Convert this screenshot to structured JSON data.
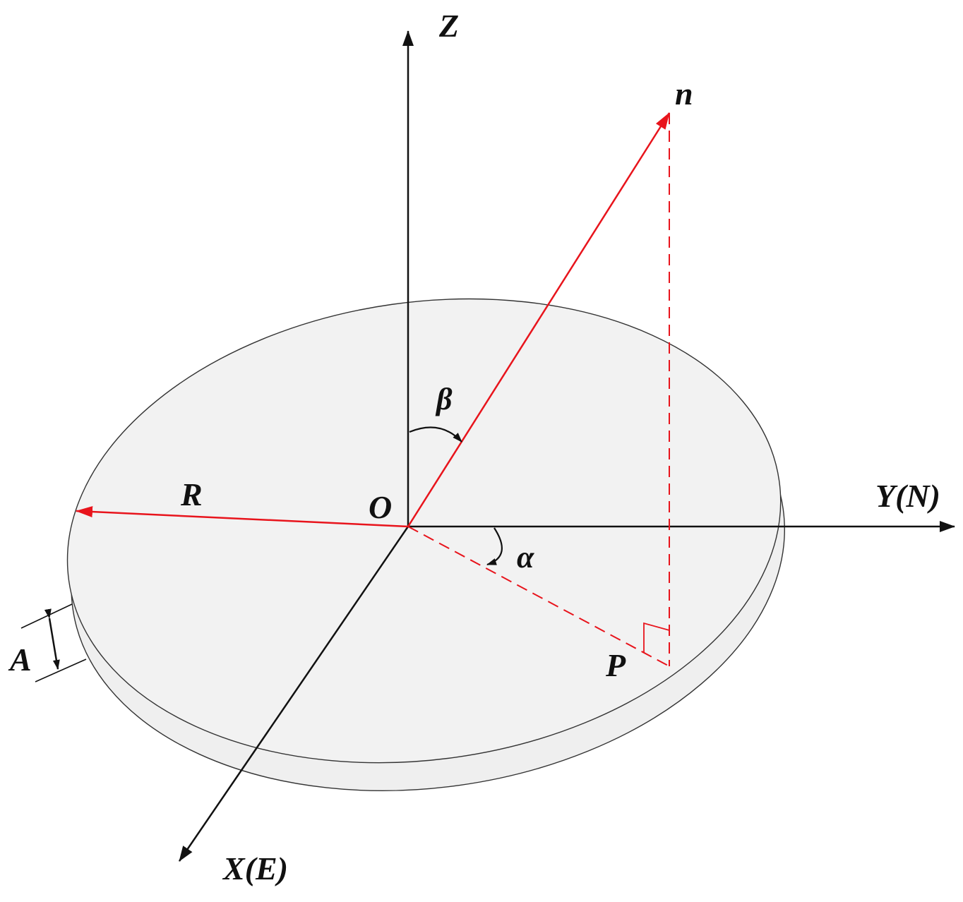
{
  "labels": {
    "z_axis": "Z",
    "y_axis_letter": "Y",
    "y_axis_paren": "(N)",
    "x_axis_letter": "X",
    "x_axis_paren": "(E)",
    "normal": "n",
    "radius": "R",
    "origin": "O",
    "beta": "β",
    "alpha": "α",
    "projection_point": "P",
    "thickness": "A"
  },
  "colors": {
    "axis": "#111111",
    "vector": "#e8141c",
    "disk_fill": "#f2f2f2",
    "disk_edge": "#333333"
  }
}
